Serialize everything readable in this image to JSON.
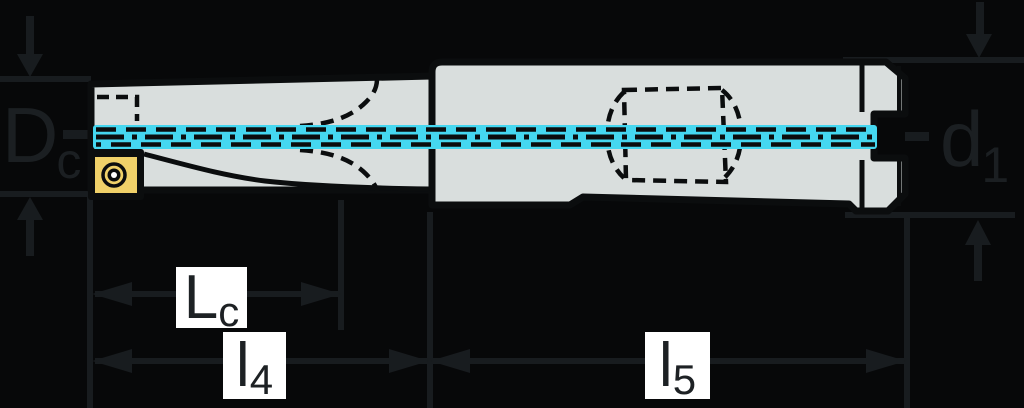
{
  "figure": {
    "kind": "technical-line-drawing",
    "subject": "indexable-insert-drill-side-view",
    "colors": {
      "background": "#070809",
      "dimension_lines": "#181c1f",
      "tool_body_fill": "#d9dedd",
      "tool_outline": "#0b0d0e",
      "coolant_channel": "#45d7f0",
      "insert_yellow": "#f0d169",
      "label_box_bg": "#ffffff",
      "label_box_text": "#1d2124"
    },
    "dimensions": {
      "dc": {
        "main": "D",
        "sub": "c"
      },
      "d1": {
        "main": "d",
        "sub": "1"
      },
      "lc": {
        "main": "L",
        "sub": "c"
      },
      "l4": {
        "main": "l",
        "sub": "4"
      },
      "l5": {
        "main": "l",
        "sub": "5"
      }
    }
  }
}
